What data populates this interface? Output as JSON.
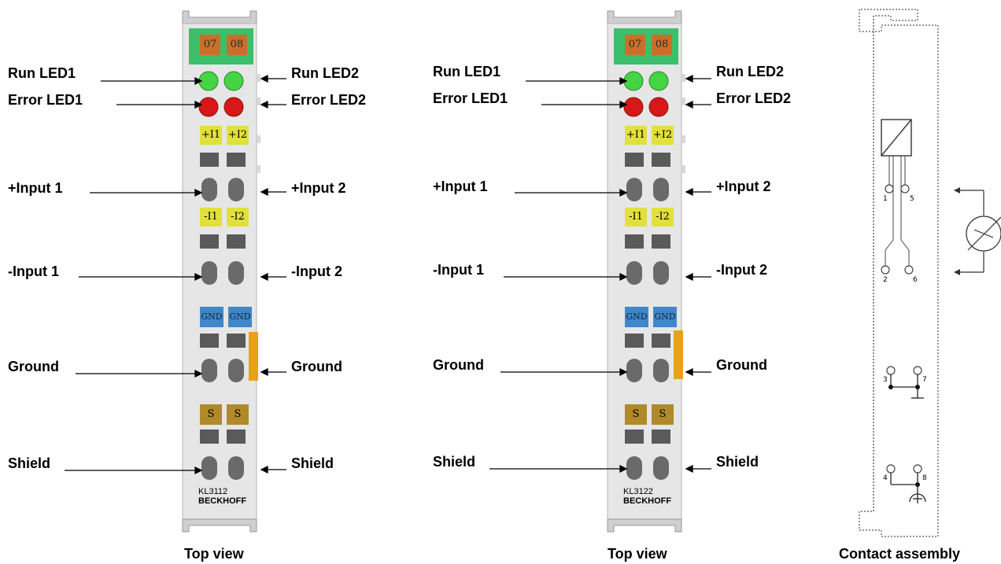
{
  "terminals": [
    {
      "model": "KL3112",
      "brand": "BECKHOFF",
      "channel_chips": [
        "07",
        "08"
      ],
      "pos_chips": [
        "+I1",
        "+I2"
      ],
      "neg_chips": [
        "-I1",
        "-I2"
      ],
      "gnd_chips": [
        "GND",
        "GND"
      ],
      "shield_chips": [
        "S",
        "S"
      ],
      "labels_left": [
        "Run LED1",
        "Error LED1",
        "+Input 1",
        "-Input 1",
        "Ground",
        "Shield"
      ],
      "labels_right": [
        "Run LED2",
        "Error LED2",
        "+Input 2",
        "-Input 2",
        "Ground",
        "Shield"
      ],
      "caption": "Top view"
    },
    {
      "model": "KL3122",
      "brand": "BECKHOFF",
      "channel_chips": [
        "07",
        "08"
      ],
      "pos_chips": [
        "+I1",
        "+I2"
      ],
      "neg_chips": [
        "-I1",
        "-I2"
      ],
      "gnd_chips": [
        "GND",
        "GND"
      ],
      "shield_chips": [
        "S",
        "S"
      ],
      "labels_left": [
        "Run LED1",
        "Error LED1",
        "+Input 1",
        "-Input 1",
        "Ground",
        "Shield"
      ],
      "labels_right": [
        "Run LED2",
        "Error LED2",
        "+Input 2",
        "-Input 2",
        "Ground",
        "Shield"
      ],
      "caption": "Top view"
    }
  ],
  "contact_assembly": {
    "caption": "Contact assembly",
    "terminal_numbers": [
      "1",
      "5",
      "2",
      "6",
      "3",
      "7",
      "4",
      "8"
    ]
  },
  "colors": {
    "terminal_body": "#e6e6e6",
    "header_green": "#3cbf6a",
    "channel_orange": "#c8702a",
    "led_green": "#44d444",
    "led_red": "#d81818",
    "chip_yellow": "#e2e03a",
    "chip_blue": "#3f87c8",
    "chip_shield": "#b08a2a",
    "ground_bar": "#e8a21a"
  }
}
